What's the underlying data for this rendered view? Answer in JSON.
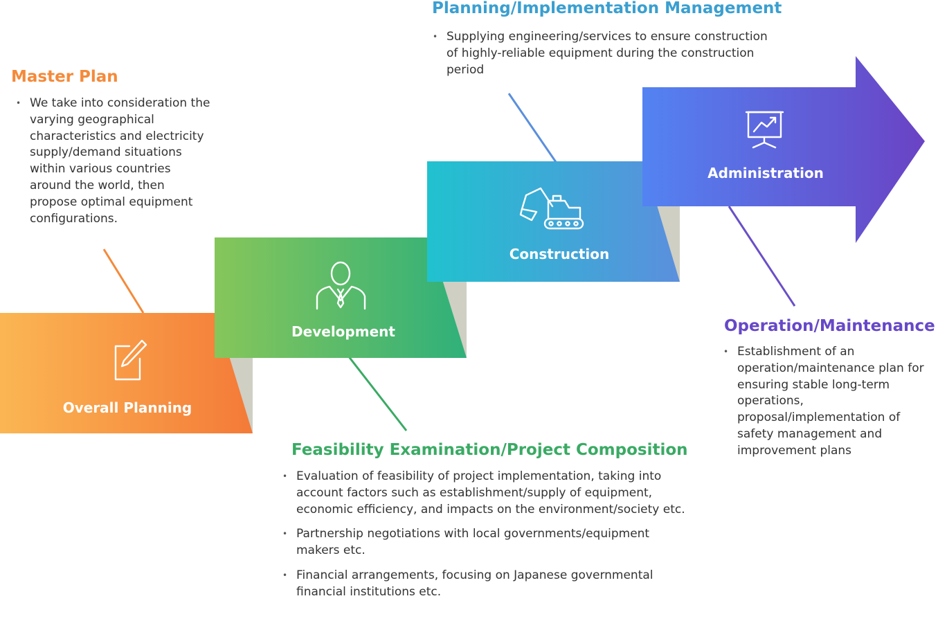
{
  "colors": {
    "orange": "#f48a3a",
    "green": "#44b36e",
    "teal": "#2fb8cf",
    "blue": "#5b86e6",
    "purple": "#6648c8",
    "shadow": "#cfcfc4",
    "text": "#333333"
  },
  "blocks": {
    "overall_planning": {
      "label": "Overall Planning",
      "icon": "pencil-paper-icon"
    },
    "development": {
      "label": "Development",
      "icon": "businessman-icon"
    },
    "construction": {
      "label": "Construction",
      "icon": "excavator-icon"
    },
    "administration": {
      "label": "Administration",
      "icon": "presentation-chart-icon"
    }
  },
  "sections": {
    "master_plan": {
      "title": "Master Plan",
      "color": "#f48a3a",
      "bullets": [
        "We take into consideration the varying geographical characteristics and electricity supply/demand situations within various countries around the world, then propose optimal equipment configurations."
      ]
    },
    "planning_implementation": {
      "title": "Planning/Implementation Management",
      "color": "#3a9fd0",
      "bullets": [
        "Supplying engineering/services to ensure construction of highly-reliable equipment during the construction period"
      ]
    },
    "feasibility": {
      "title": "Feasibility Examination/Project Composition",
      "color": "#3aaa64",
      "bullets": [
        "Evaluation of feasibility of project implementation, taking into account factors such as establishment/supply of equipment, economic efficiency, and impacts on the environment/society etc.",
        "Partnership negotiations with local governments/equipment makers etc.",
        "Financial arrangements, focusing on Japanese governmental financial institutions etc."
      ]
    },
    "operation_maintenance": {
      "title": "Operation/Maintenance",
      "color": "#6648c8",
      "bullets": [
        "Establishment of an operation/maintenance plan for ensuring stable long-term operations, proposal/implementation of safety management and improvement plans"
      ]
    }
  }
}
